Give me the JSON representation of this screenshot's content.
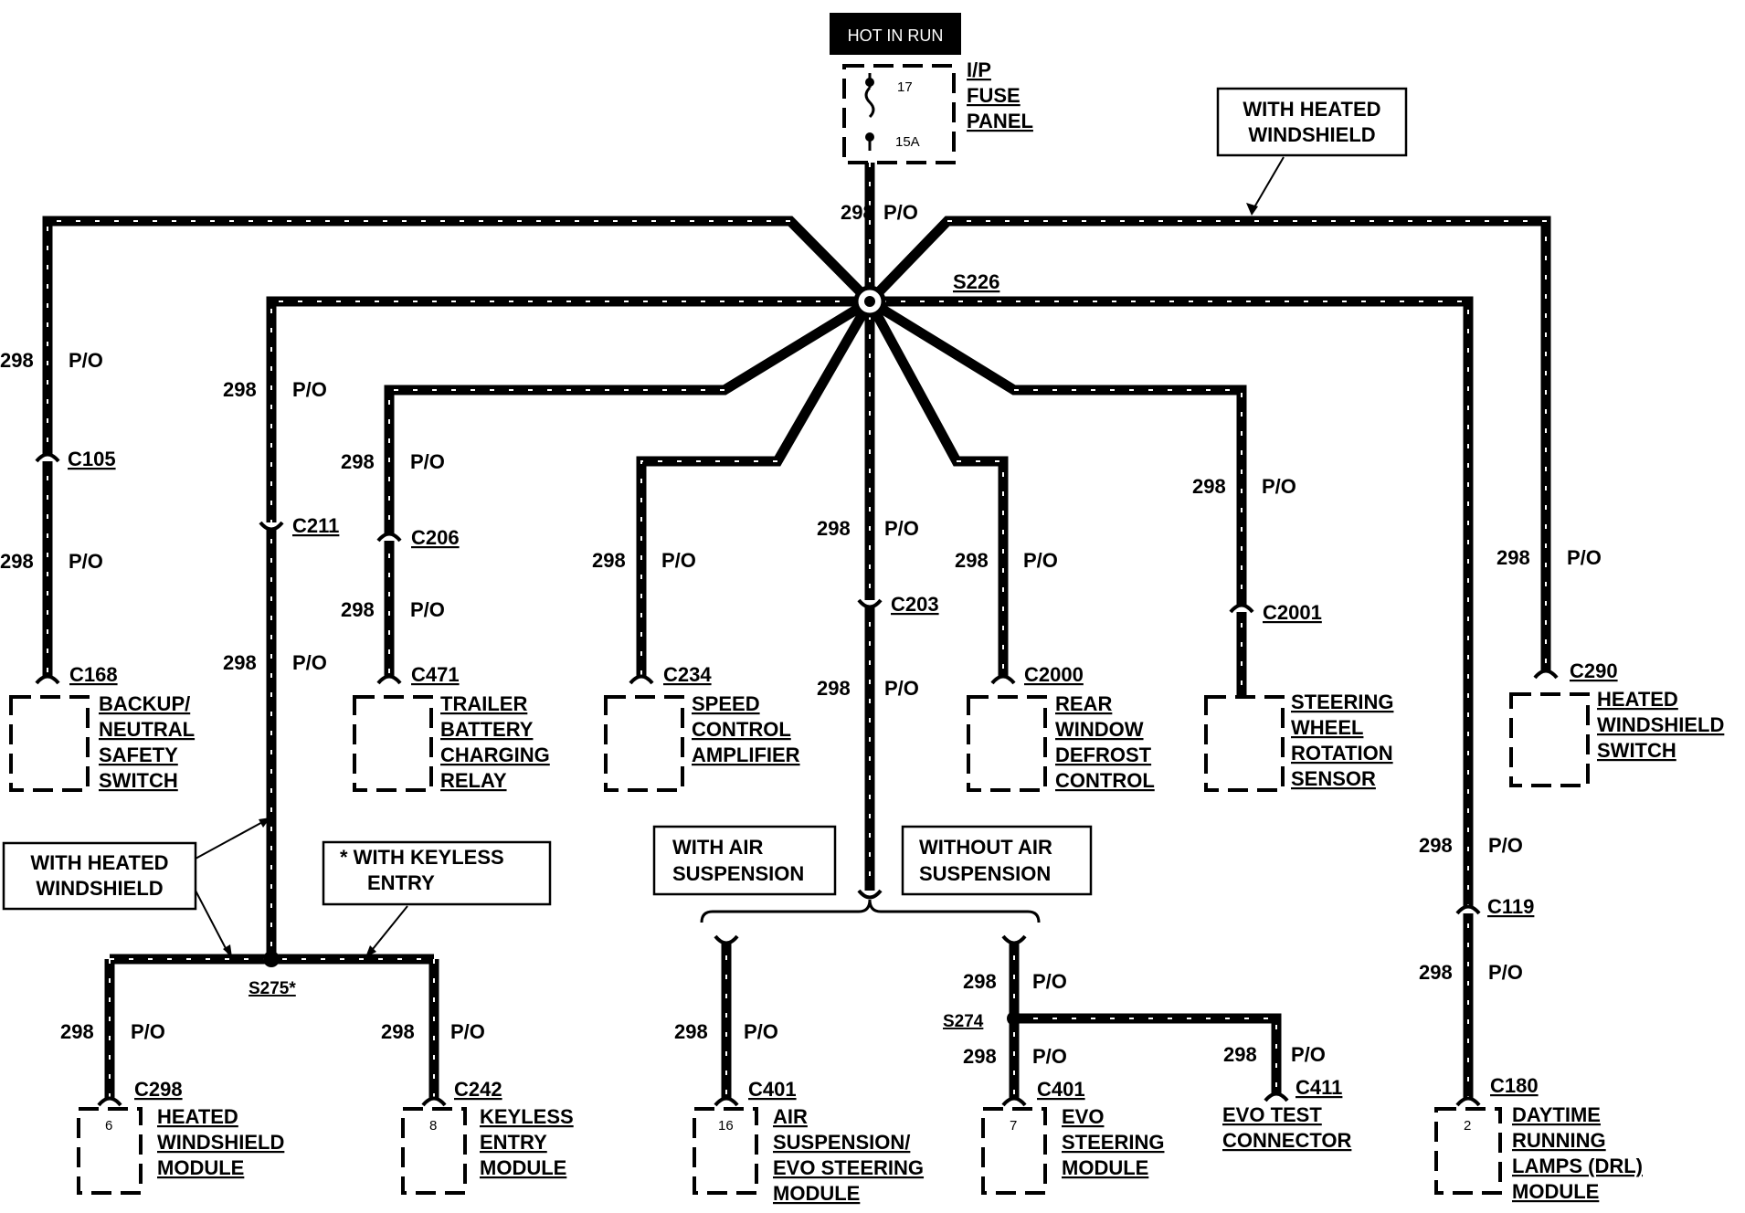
{
  "power": "HOT IN RUN",
  "fuse": {
    "lines": [
      "I/P",
      "FUSE",
      "PANEL"
    ],
    "num": "17",
    "amp": "15A"
  },
  "wire": {
    "gauge": "298",
    "color": "P/O"
  },
  "splices": {
    "main": "S226",
    "s275": "S275*",
    "s274": "S274"
  },
  "connectors": {
    "c105": "C105",
    "c168": "C168",
    "c211": "C211",
    "c206": "C206",
    "c471": "C471",
    "c234": "C234",
    "c203": "C203",
    "c2000": "C2000",
    "c2001": "C2001",
    "c290": "C290",
    "c119": "C119",
    "c180": "C180",
    "c298": "C298",
    "c242": "C242",
    "c401a": "C401",
    "c401b": "C401",
    "c411": "C411"
  },
  "pins": {
    "c298": "6",
    "c242": "8",
    "c401a": "16",
    "c401b": "7",
    "c180": "2"
  },
  "notes": {
    "heated_top": [
      "WITH HEATED",
      "WINDSHIELD"
    ],
    "heated_left": [
      "WITH HEATED",
      "WINDSHIELD"
    ],
    "keyless": [
      "*  WITH KEYLESS",
      "ENTRY"
    ],
    "with_air": [
      "WITH AIR",
      "SUSPENSION"
    ],
    "without_air": [
      "WITHOUT  AIR",
      "SUSPENSION"
    ]
  },
  "components": {
    "backup": [
      "BACKUP/",
      "NEUTRAL",
      "SAFETY",
      "SWITCH"
    ],
    "trailer": [
      "TRAILER",
      "BATTERY",
      "CHARGING",
      "RELAY"
    ],
    "speed": [
      "SPEED",
      "CONTROL",
      "AMPLIFIER"
    ],
    "rear": [
      "REAR",
      "WINDOW",
      "DEFROST",
      "CONTROL"
    ],
    "steering": [
      "STEERING",
      "WHEEL",
      "ROTATION",
      "SENSOR"
    ],
    "heated_switch": [
      "HEATED",
      "WINDSHIELD",
      "SWITCH"
    ],
    "heated_module": [
      "HEATED",
      "WINDSHIELD",
      "MODULE"
    ],
    "keyless_module": [
      "KEYLESS",
      "ENTRY",
      "MODULE"
    ],
    "air_module": [
      "AIR",
      "SUSPENSION/",
      "EVO STEERING",
      "MODULE"
    ],
    "evo_module": [
      "EVO",
      "STEERING",
      "MODULE"
    ],
    "evo_test": [
      "EVO TEST",
      "CONNECTOR"
    ],
    "drl": [
      "DAYTIME",
      "RUNNING",
      "LAMPS (DRL)",
      "MODULE"
    ]
  }
}
